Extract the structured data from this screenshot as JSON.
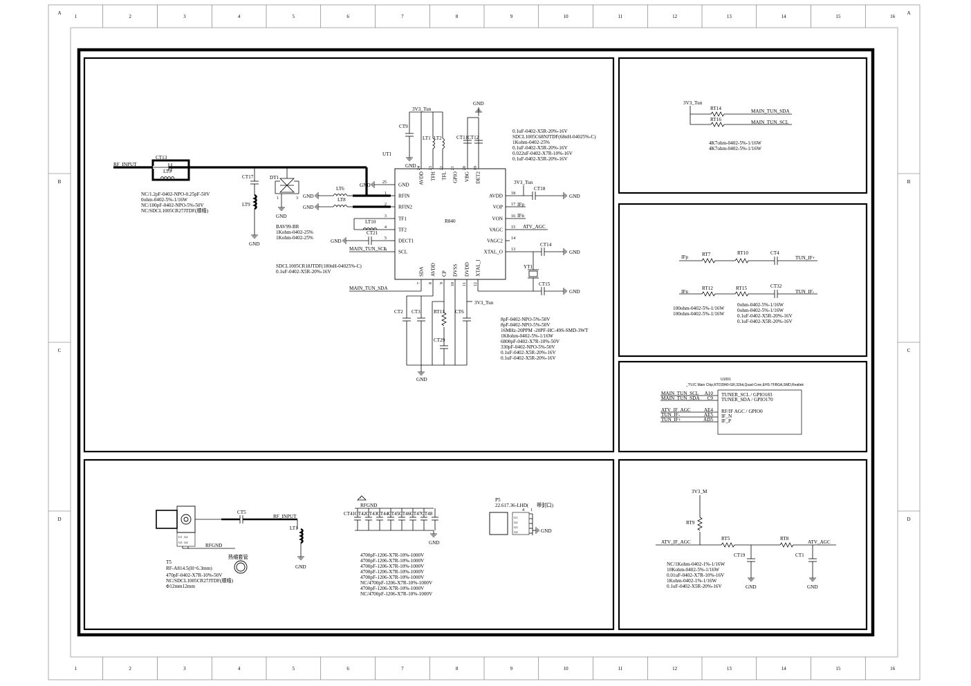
{
  "frame": {
    "columns": [
      "1",
      "2",
      "3",
      "4",
      "5",
      "6",
      "7",
      "8",
      "9",
      "10",
      "11",
      "12",
      "13",
      "14",
      "15",
      "16"
    ],
    "rows": [
      "A",
      "B",
      "C",
      "D"
    ]
  },
  "tuner": {
    "ic_name": "UT1",
    "ic_part": "R840",
    "left_pins": [
      {
        "num": "25",
        "name": "GND"
      },
      {
        "num": "1",
        "name": "RFIN"
      },
      {
        "num": "2",
        "name": "RFIN2"
      },
      {
        "num": "3",
        "name": "TF1"
      },
      {
        "num": "4",
        "name": "TF2"
      },
      {
        "num": "5",
        "name": "DECT1"
      },
      {
        "num": "6",
        "name": "SCL"
      }
    ],
    "top_pins": [
      {
        "num": "24",
        "name": "AVDD"
      },
      {
        "num": "23",
        "name": "TFH"
      },
      {
        "num": "22",
        "name": "TFL"
      },
      {
        "num": "21",
        "name": "GPIO"
      },
      {
        "num": "20",
        "name": "VBG"
      },
      {
        "num": "19",
        "name": "DET2"
      }
    ],
    "right_pins": [
      {
        "num": "18",
        "name": "AVDD"
      },
      {
        "num": "17",
        "name": "VOP"
      },
      {
        "num": "16",
        "name": "VON"
      },
      {
        "num": "15",
        "name": "VAGC"
      },
      {
        "num": "14",
        "name": "VAGC2"
      },
      {
        "num": "13",
        "name": "XTAL_O"
      }
    ],
    "bottom_pins": [
      {
        "num": "7",
        "name": "SDA"
      },
      {
        "num": "8",
        "name": "AVDD"
      },
      {
        "num": "9",
        "name": "CP"
      },
      {
        "num": "10",
        "name": "DVSS"
      },
      {
        "num": "11",
        "name": "DVDD"
      },
      {
        "num": "12",
        "name": "XTAL_I"
      }
    ],
    "labels": {
      "rf_input": "RF_INPUT",
      "v3v3_tun": "3V3_Tun",
      "gnd": "GND",
      "main_tun_scl": "MAIN_TUN_SCL",
      "main_tun_sda": "MAIN_TUN_SDA",
      "ifp": "IFp",
      "ifn": "IFn",
      "atv_agc": "ATV_AGC"
    },
    "parts": {
      "ct13": "CT13",
      "lt3": "LT3",
      "ct17": "CT17",
      "lt9": "LT9",
      "dt1": "DT1",
      "lt6": "LT6",
      "lt8": "LT8",
      "lt10": "LT10",
      "ct21": "CT21",
      "ct9": "CT9",
      "lt1": "LT1",
      "lt2": "LT2",
      "ct11": "CT11",
      "ct12": "CT12",
      "ct18": "CT18",
      "ct14": "CT14",
      "yt1": "YT1",
      "ct15": "CT15",
      "ct2": "CT2",
      "ct3": "CT3",
      "rt11": "RT11",
      "ct6": "CT6",
      "ct29": "CT29"
    },
    "notes_input": [
      "NC/1.2pF-0402-NPO-0.25pF-50V",
      "0ohm-0402-5%-1/16W",
      "NC/100pF-0402-NPO-5%-50V",
      "NC/SDCL1005CR27JTDF(顺络)"
    ],
    "notes_diode": [
      "BAV99-BR",
      "1Kohm-0402-25%",
      "1Kohm-0402-25%"
    ],
    "notes_lt": [
      "SDCL1005CR18JTDF(180nH-04025%-C)",
      "0.1uF-0402-X5R-20%-16V"
    ],
    "notes_top": [
      "0.1uF-0402-X5R-20%-16V",
      "SDCL1005C68NJTDF(68nH-04025%-C)",
      "1Kohm-0402-25%",
      "0.1uF-0402-X5R-20%-16V",
      "0.022uF-0402-X7R-10%-16V",
      "0.1uF-0402-X5R-20%-16V"
    ],
    "notes_bottom": [
      "8pF-0402-NPO-5%-50V",
      "8pF-0402-NPO-5%-50V",
      "16MHz-20PPM  -20PF-HC-49S-SMD-3WT",
      "1K8ohm-0402-5%-1/16W",
      "6800pF-0402-X7R-10%-50V",
      "330pF-0402-NPO-5%-50V",
      "0.1uF-0402-X5R-20%-16V",
      "0.1uF-0402-X5R-20%-16V"
    ]
  },
  "i2c_pullup": {
    "supply": "3V3_Tun",
    "rt14": "RT14",
    "rt16": "RT16",
    "sda": "MAIN_TUN_SDA",
    "scl": "MAIN_TUN_SCL",
    "notes": [
      "4K7ohm-0402-5%-1/16W",
      "4K7ohm-0402-5%-1/16W"
    ]
  },
  "if_filter": {
    "ifp": "IFp",
    "ifn": "IFn",
    "rt7": "RT7",
    "rt10": "RT10",
    "ct4": "CT4",
    "rt12": "RT12",
    "rt15": "RT15",
    "ct32": "CT32",
    "tun_if_p": "TUN_IF+",
    "tun_if_n": "TUN_IF-",
    "notes_left": [
      "100ohm-0402-5%-1/16W",
      "100ohm-0402-5%-1/16W"
    ],
    "notes_right": [
      "0ohm-0402-5%-1/16W",
      "0ohm-0402-5%-1/16W",
      "0.1uF-0402-X5R-20%-16V",
      "0.1uF-0402-X5R-20%-16V"
    ]
  },
  "main_chip": {
    "ref": "U1001",
    "desc": "_TV,IC Main Chip,RTD2840-GR,32bit,Quad-Core,EHS-TFBGA,SMD,Realtek",
    "nets": [
      {
        "net": "MAIN_TUN_SCL",
        "ball": "A10",
        "func": "TUNER_SCL / GPIO183"
      },
      {
        "net": "MAIN_TUN_SDA",
        "ball": "C9",
        "func": "TUNER_SDA / GPIO170"
      },
      {
        "net": "ATV_IF_AGC",
        "ball": "AE4",
        "func": "RF/IF AGC / GPIO0"
      },
      {
        "net": "TUN_IF-",
        "ball": "AE5",
        "func": "IF_N"
      },
      {
        "net": "TUN_IF+",
        "ball": "AD5",
        "func": "IF_P"
      }
    ]
  },
  "rf_connector": {
    "t5": "T5",
    "part": "RF-A814.5(H=6.3mm)",
    "ct5": "CT5",
    "lt1": "LT1",
    "rf_input": "RF_INPUT",
    "rfgnd": "RFGND",
    "gnd": "GND",
    "heat_shrink": "热缩套管",
    "notes": [
      "470pF-0402-X7R-10%-50V",
      "NC/SDCL1005CR27JTDF(顺络)",
      "Φ12mm12mm"
    ]
  },
  "rfgnd_caps": {
    "net": "RFGND",
    "gnd": "GND",
    "caps": [
      "CT41",
      "CT42",
      "CT43",
      "CT44",
      "CT45",
      "CT46",
      "CT47",
      "CT48"
    ],
    "notes": [
      "4700pF-1206-X7R-10%-1000V",
      "4700pF-1206-X7R-10%-1000V",
      "4700pF-1206-X7R-10%-1000V",
      "4700pF-1206-X7R-10%-1000V",
      "4700pF-1206-X7R-10%-1000V",
      "NC/4700pF-1206-X7R-10%-1000V",
      "4700pF-1206-X7R-10%-1000V",
      "NC/4700pF-1206-X7R-10%-1000V"
    ]
  },
  "p5": {
    "ref": "P5",
    "part": "22.617.36-LHD(",
    "note": "带封口)",
    "pin4": "4",
    "pin1": "1",
    "gnd": "GND"
  },
  "agc": {
    "supply": "3V3_M",
    "rt9": "RT9",
    "rt5": "RT5",
    "rt8": "RT8",
    "ct19": "CT19",
    "ct1": "CT1",
    "atv_if_agc": "ATV_IF_AGC",
    "atv_agc": "ATV_AGC",
    "gnd": "GND",
    "notes": [
      "NC/1Kohm-0402-1%-1/16W",
      "10Kohm-0402-5%-1/16W",
      "0.01uF-0402-X7R-10%-16V",
      "1Kohm-0402-1%-1/16W",
      "0.1uF-0402-X5R-20%-16V"
    ]
  }
}
